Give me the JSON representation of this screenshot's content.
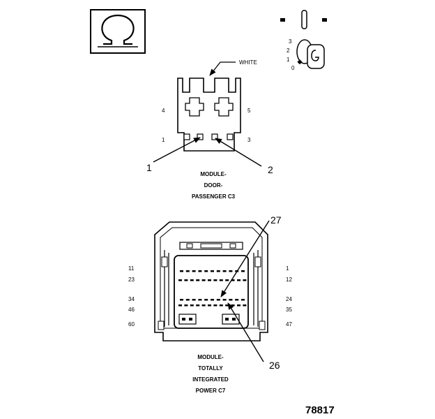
{
  "header_connector": {
    "color_label": "WHITE",
    "pin_labels": {
      "p1": "1",
      "p3": "3",
      "p4": "4",
      "p5": "5"
    },
    "callouts": {
      "c1": "1",
      "c2": "2"
    },
    "caption": [
      "MODULE-",
      "DOOR-",
      "PASSENGER C3"
    ]
  },
  "ignition_switch": {
    "positions": [
      "3",
      "2",
      "1",
      "0"
    ]
  },
  "tip_connector": {
    "pin_labels_left": [
      "11",
      "23",
      "34",
      "46",
      "60"
    ],
    "pin_labels_right": [
      "1",
      "12",
      "24",
      "35",
      "47"
    ],
    "callouts": {
      "top": "27",
      "bottom": "26"
    },
    "caption": [
      "MODULE-",
      "TOTALLY",
      "INTEGRATED",
      "POWER C7"
    ]
  },
  "figure_number": "78817",
  "colors": {
    "ink": "#000000",
    "paper": "#ffffff"
  }
}
